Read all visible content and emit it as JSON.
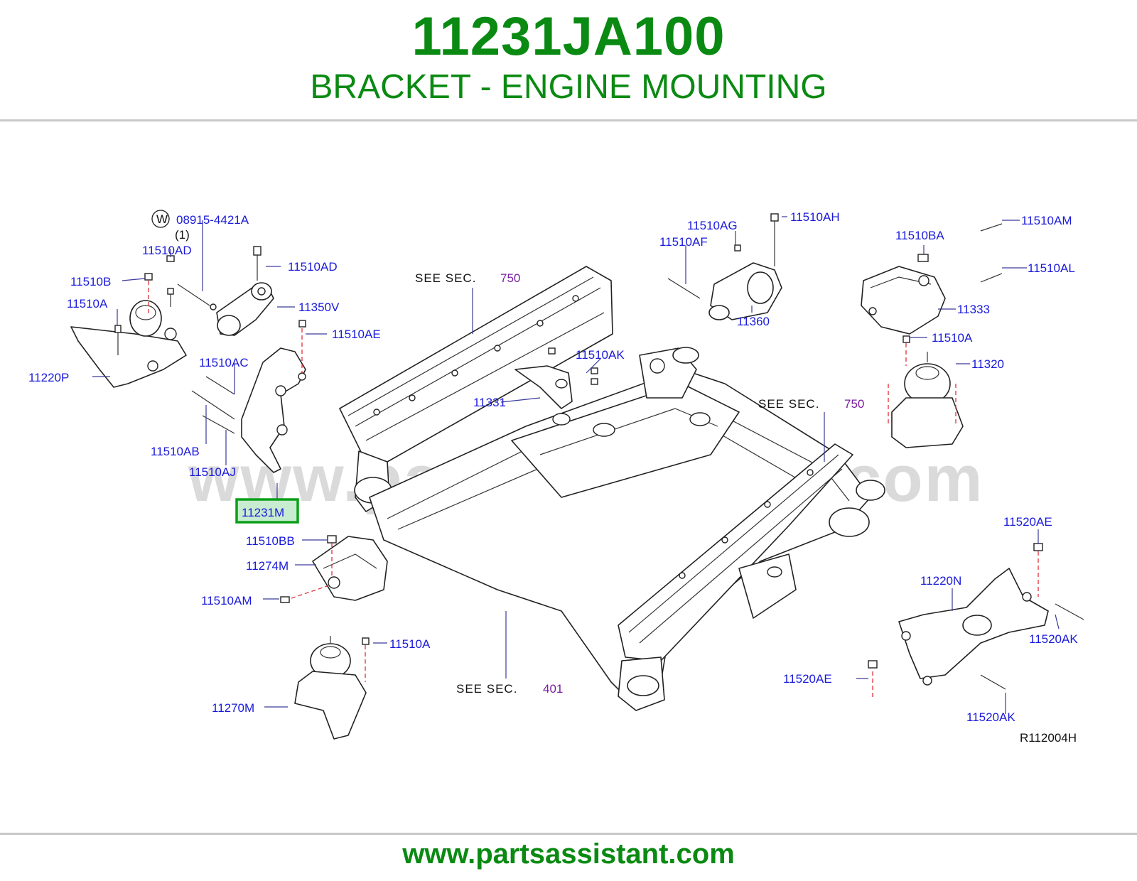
{
  "header": {
    "part_number": "11231JA100",
    "part_name": "BRACKET - ENGINE MOUNTING"
  },
  "footer": {
    "website": "www.partsassistant.com"
  },
  "watermark": "www.partsassistant.com",
  "diagram": {
    "reference_code": "R112004H",
    "highlighted_part": "11231M",
    "washer_symbol": "W",
    "washer_quantity": "(1)",
    "see_sections": [
      {
        "prefix": "SEE  SEC.",
        "number": "750"
      },
      {
        "prefix": "SEE  SEC.",
        "number": "750"
      },
      {
        "prefix": "SEE  SEC.",
        "number": "401"
      }
    ],
    "labels": [
      "08915-4421A",
      "11510AD",
      "11510AD",
      "11510B",
      "11510A",
      "11350V",
      "11510AE",
      "11220P",
      "11510AC",
      "11510AB",
      "11510AJ",
      "11231M",
      "11510BB",
      "11274M",
      "11510AM",
      "11270M",
      "11510A",
      "11510AG",
      "11510AH",
      "11510AF",
      "11360",
      "11510AK",
      "11331",
      "11510BA",
      "11510AM",
      "11510AL",
      "11333",
      "11510A",
      "11320",
      "11520AE",
      "11220N",
      "11520AK",
      "11520AE",
      "11520AK"
    ]
  }
}
